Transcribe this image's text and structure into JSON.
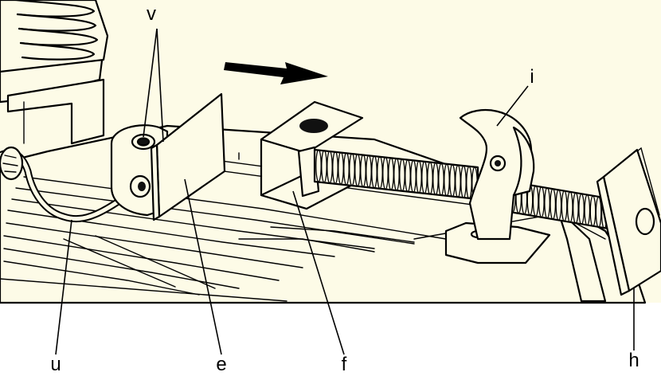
{
  "colors": {
    "background_panel": "#FDFBE7",
    "part_fill": "#FDFBE7",
    "ink": "#000000",
    "dark": "#111111"
  },
  "labels": {
    "v": "v",
    "i": "i",
    "u": "u",
    "e": "e",
    "f": "f",
    "h": "h"
  },
  "icons": {
    "direction_arrow": "right-arrow-icon"
  }
}
